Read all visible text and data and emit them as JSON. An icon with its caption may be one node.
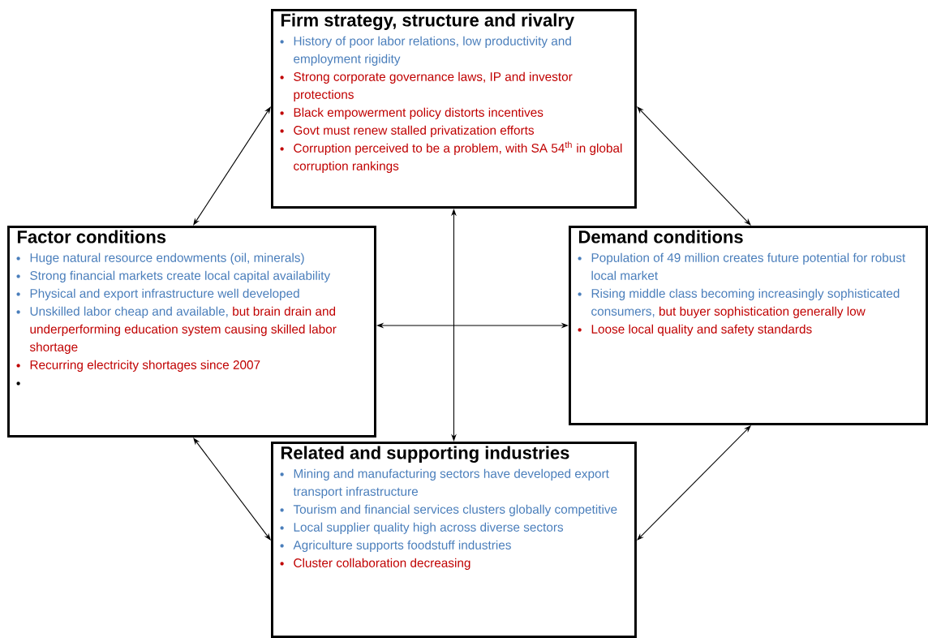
{
  "diagram": {
    "nodes": [
      {
        "text": [
          "Firm strategy, structure and rivalry",
          "History of poor labor relations, low productivity and employment rigidity",
          "Strong corporate governance laws, IP and investor protections",
          "Black empowerment policy distorts incentives",
          "Govt must renew stalled privatization efforts",
          "Corruption perceived to be a problem, with SA 54$^{th}$ in global corruption rankings"
        ]
      },
      {
        "text": [
          "Factor conditions",
          "Huge natural resource endowments (oil, minerals)",
          "Strong financial markets create local capital availability",
          "Physical and export infrastructure well developed",
          "Unskilled labor cheap and available,",
          "but brain drain and underperforming education system causing skilled labor shortage",
          "Recurring electricity shortages since 2007"
        ]
      },
      {
        "text": [
          "Demand conditions",
          "Population of 49 million creates future potential for robust local market",
          "Rising middle class becoming increasingly sophisticated consumers,",
          "but buyer sophistication generally low",
          "Loose local quality and safety standards"
        ]
      },
      {
        "text": [
          "Related and supporting industries",
          "Mining and manufacturing sectors have developed export transport infrastructure",
          "Tourism and financial services clusters globally competitive",
          "Local supplier quality high across diverse sectors",
          "Agriculture supports foodstuff industries",
          "Cluster collaboration decreasing"
        ]
      }
    ],
    "edges": [
      {
        "from": 0,
        "to": 1,
        "arrow": "both"
      },
      {
        "from": 0,
        "to": 2,
        "arrow": "both"
      },
      {
        "from": 0,
        "to": 3,
        "arrow": "both"
      },
      {
        "from": 1,
        "to": 2,
        "arrow": "both"
      },
      {
        "from": 1,
        "to": 3,
        "arrow": "both"
      },
      {
        "from": 2,
        "to": 3,
        "arrow": "both"
      }
    ]
  }
}
